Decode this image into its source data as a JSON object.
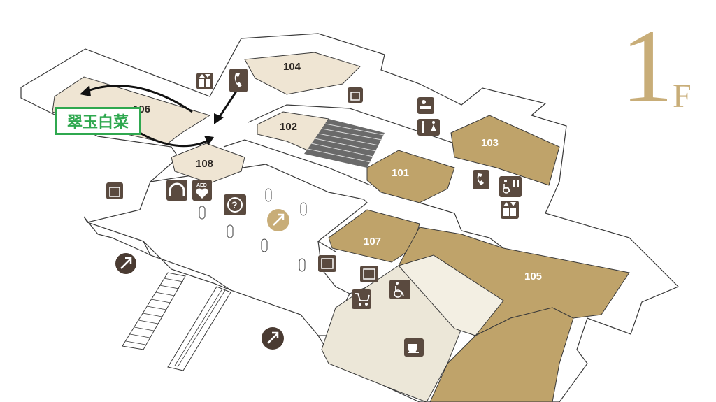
{
  "floor": {
    "number": "1",
    "letter": "F"
  },
  "callout": {
    "text": "翠玉白菜"
  },
  "rooms": {
    "r101": "101",
    "r102": "102",
    "r103": "103",
    "r104": "104",
    "r105": "105",
    "r106": "106",
    "r107": "107",
    "r108": "108"
  },
  "icons": {
    "aed_text": "AED",
    "info_text": "?"
  },
  "colors": {
    "gold": "#c8ad78",
    "room_gold": "#bfa36a",
    "room_light": "#efe5d3",
    "room_pale": "#ece7d8",
    "icon_brown": "#5a4a3f",
    "callout_green": "#2fa84f"
  }
}
